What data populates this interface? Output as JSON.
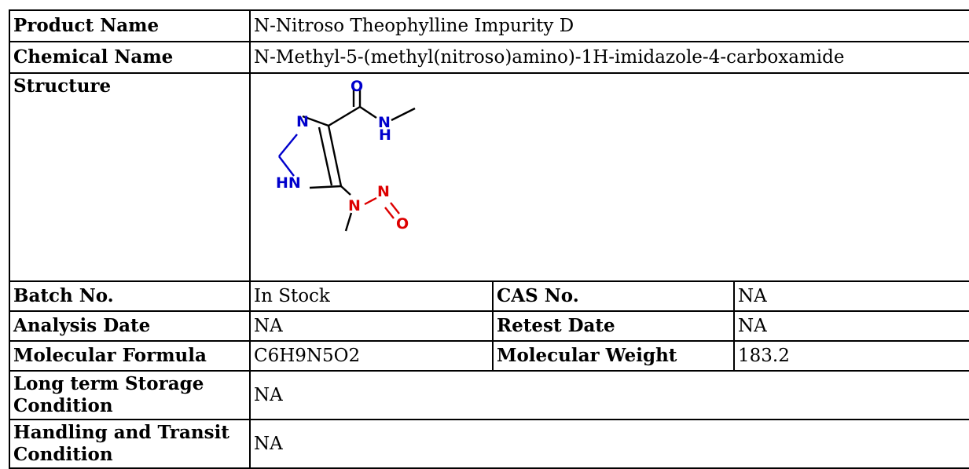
{
  "rows": {
    "product_name": {
      "label": "Product Name",
      "value": "N-Nitroso Theophylline Impurity D"
    },
    "chemical_name": {
      "label": "Chemical Name",
      "value": "N-Methyl-5-(methyl(nitroso)amino)-1H-imidazole-4-carboxamide"
    },
    "structure": {
      "label": "Structure"
    },
    "batch": {
      "label": "Batch No.",
      "value": "In Stock",
      "label2": "CAS No.",
      "value2": "NA"
    },
    "analysis": {
      "label": "Analysis Date",
      "value": "NA",
      "label2": "Retest Date",
      "value2": "NA"
    },
    "formula": {
      "label": "Molecular Formula",
      "value": "C6H9N5O2",
      "label2": "Molecular Weight",
      "value2": "183.2"
    },
    "storage": {
      "label": "Long term Storage Condition",
      "value": "NA"
    },
    "handling": {
      "label": "Handling and Transit Condition",
      "value": "NA"
    }
  },
  "molecule": {
    "atoms": {
      "o_carbonyl": "O",
      "n_ring": "N",
      "n_amide": "N",
      "h_amide": "H",
      "hn_ring": "HN",
      "n_nitroso": "N",
      "n_nitroso2": "N",
      "o_nitroso": "O"
    },
    "colors": {
      "blue": "#0000cc",
      "red": "#dd0000",
      "bond": "#000000"
    }
  }
}
